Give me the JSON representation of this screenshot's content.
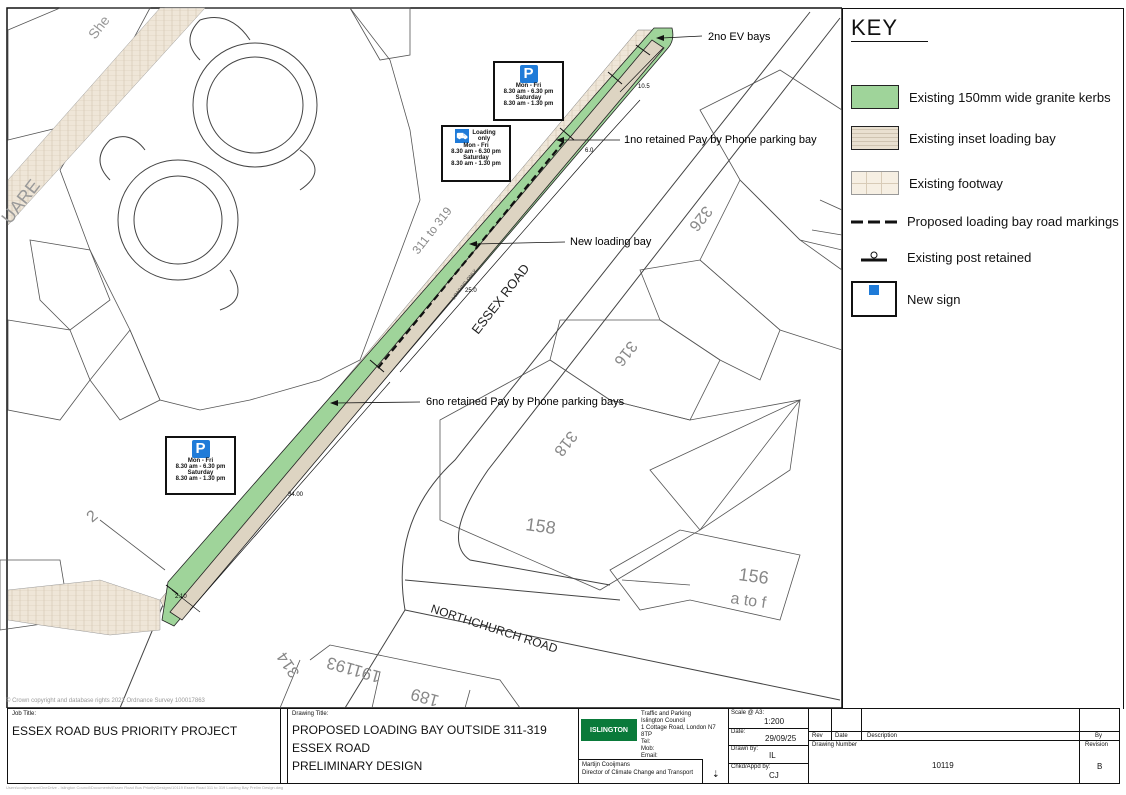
{
  "map": {
    "roads": {
      "essex": "ESSEX ROAD",
      "northchurch": "NORTHCHURCH ROAD",
      "square": "UARE",
      "street_top": "She"
    },
    "buildings": [
      "311 to 319",
      "326",
      "316",
      "318",
      "158",
      "156",
      "a to f",
      "2",
      "191193",
      "189",
      "314"
    ],
    "dimensions": {
      "d105": "10.5",
      "d60": "6.0",
      "d250": "25.0",
      "d3400": "34.00",
      "d210": "2.10"
    },
    "loading_text": "LOADING ONLY",
    "annotations": {
      "ev": "2no EV bays",
      "retained_one": "1no retained Pay by Phone parking bay",
      "new_loading": "New loading bay",
      "retained_six": "6no retained Pay by Phone parking bays"
    },
    "signs": {
      "top": {
        "line1": "Mon - Fri",
        "line2": "8.30 am - 6.30 pm",
        "line3": "Saturday",
        "line4": "8.30 am - 1.30 pm"
      },
      "loading": {
        "head": "Loading only",
        "line1": "Mon - Fri",
        "line2": "8.30 am - 6.30 pm",
        "line3": "Saturday",
        "line4": "8.30 am - 1.30 pm"
      },
      "bottom": {
        "line1": "Mon - Fri",
        "line2": "8.30 am - 6.30 pm",
        "line3": "Saturday",
        "line4": "8.30 am - 1.30 pm"
      },
      "p_letter": "P"
    },
    "copyright": "© Crown copyright and database rights 2022 Ordnance Survey 100017863",
    "colors": {
      "granite": "#9fd49a",
      "inset": "#e9e0d0",
      "footway": "#f6efe3",
      "sign_blue": "#1f7bd8"
    }
  },
  "key": {
    "title": "KEY",
    "items": [
      {
        "label": "Existing 150mm wide granite kerbs",
        "icon": "granite-swatch"
      },
      {
        "label": "Existing inset loading bay",
        "icon": "inset-swatch"
      },
      {
        "label": "Existing footway",
        "icon": "footway-swatch"
      },
      {
        "label": "Proposed loading bay road markings",
        "icon": "dashed-line"
      },
      {
        "label": "Existing post retained",
        "icon": "post-icon"
      },
      {
        "label": "New sign",
        "icon": "sign-icon"
      }
    ]
  },
  "title_block": {
    "job_title_label": "Job Title:",
    "job_title": "ESSEX ROAD BUS PRIORITY PROJECT",
    "drawing_title_label": "Drawing Title:",
    "drawing_title_lines": [
      "PROPOSED LOADING BAY OUTSIDE 311-319",
      "ESSEX ROAD",
      "PRELIMINARY DESIGN"
    ],
    "council_logo": "ISLINGTON",
    "dept": "Traffic and Parking",
    "council": "Islington Council",
    "address": "1 Cottage Road, London N7 8TP",
    "tel": "Tel:",
    "mob": "Mob:",
    "email": "Email:",
    "person": "Martijn Cooijmans",
    "person_role": "Director of Climate Change and Transport",
    "scale_label": "Scale @ A3:",
    "scale": "1:200",
    "date_label": "Date:",
    "date": "29/09/25",
    "drawn_label": "Drawn by:",
    "drawn": "IL",
    "chkd_label": "Chkd/Appd by:",
    "chkd": "CJ",
    "rev_label": "Rev",
    "date_col": "Date",
    "desc_col": "Description",
    "by_col": "By",
    "drawing_number_label": "Drawing Number",
    "drawing_number": "10119",
    "revision_label": "Revision",
    "revision": "B",
    "file_path": "Users\\cooijmansm\\OneDrive - Islington Council\\Documents\\Essex Road Bus Priority\\Designs\\10119 Essex Road 311 to 319 Loading Bay Prelim Design.dwg"
  }
}
